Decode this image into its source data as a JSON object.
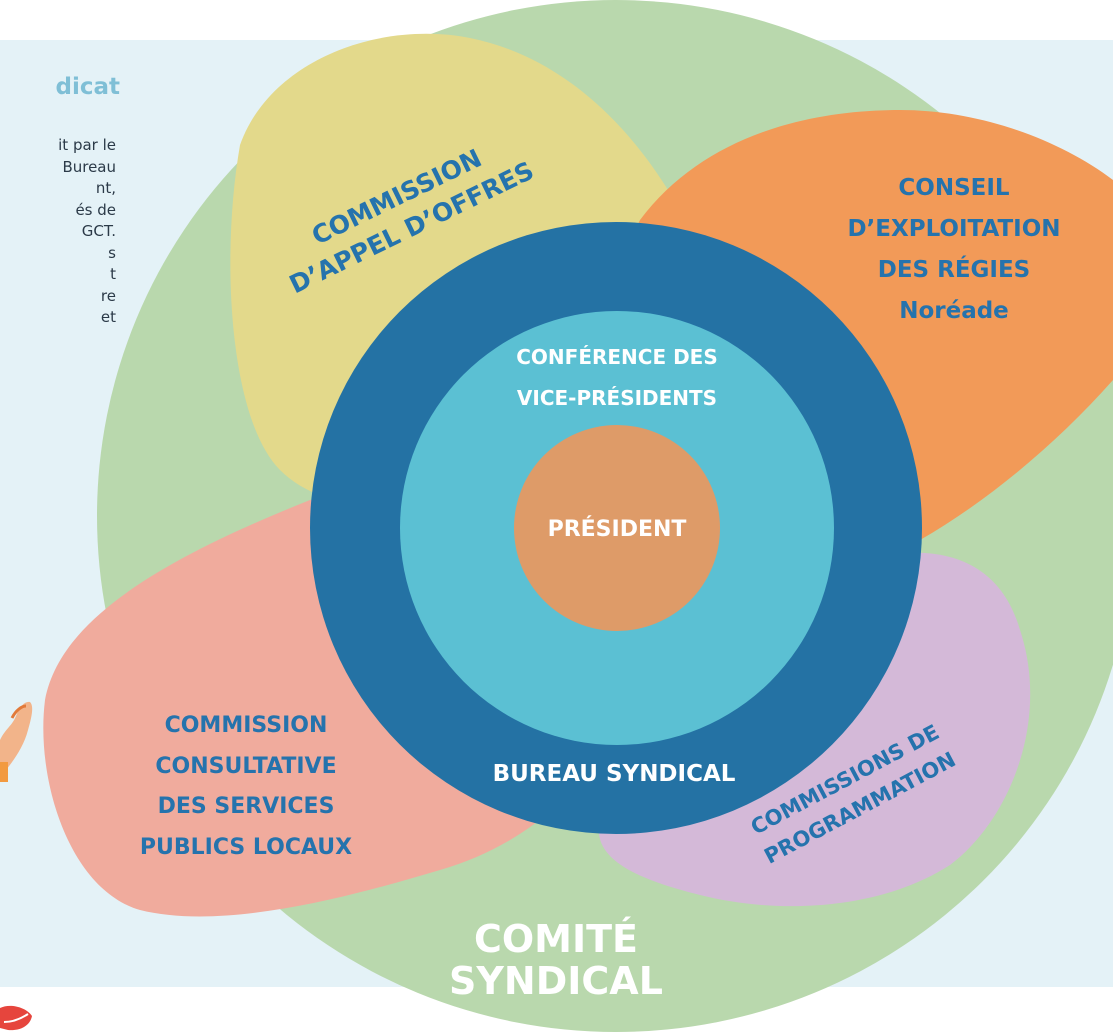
{
  "sidebar": {
    "title": "dicat",
    "lines": [
      "it par le",
      "Bureau",
      "nt,",
      "és de",
      "GCT.",
      "s",
      "t",
      "re",
      "et"
    ]
  },
  "diagram": {
    "comite_syndical": {
      "line1": "COMITÉ",
      "line2": "SYNDICAL"
    },
    "commission_appel_offres": {
      "line1": "COMMISSION",
      "line2": "D’APPEL D’OFFRES"
    },
    "conseil_exploitation": {
      "line1": "CONSEIL",
      "line2": "D’EXPLOITATION",
      "line3": "DES RÉGIES",
      "line4": "Noréade"
    },
    "commission_consultative": {
      "line1": "COMMISSION",
      "line2": "CONSULTATIVE",
      "line3": "DES SERVICES",
      "line4": "PUBLICS LOCAUX"
    },
    "commissions_programmation": {
      "line1": "COMMISSIONS DE",
      "line2": "PROGRAMMATION"
    },
    "bureau_syndical": "BUREAU SYNDICAL",
    "conference_vp": {
      "line1": "CONFÉRENCE DES",
      "line2": "VICE-PRÉSIDENTS"
    },
    "president": "PRÉSIDENT"
  },
  "colors": {
    "background": "#e4f2f7",
    "comite": "#b9d8ad",
    "appel_offres": "#e3d98b",
    "conseil": "#f29a58",
    "consultative": "#f0ab9d",
    "programmation": "#d4b9d8",
    "bureau": "#2472a4",
    "conference": "#5bc0d3",
    "president": "#de9b68",
    "label_blue": "#2573ad",
    "label_white": "#ffffff"
  }
}
